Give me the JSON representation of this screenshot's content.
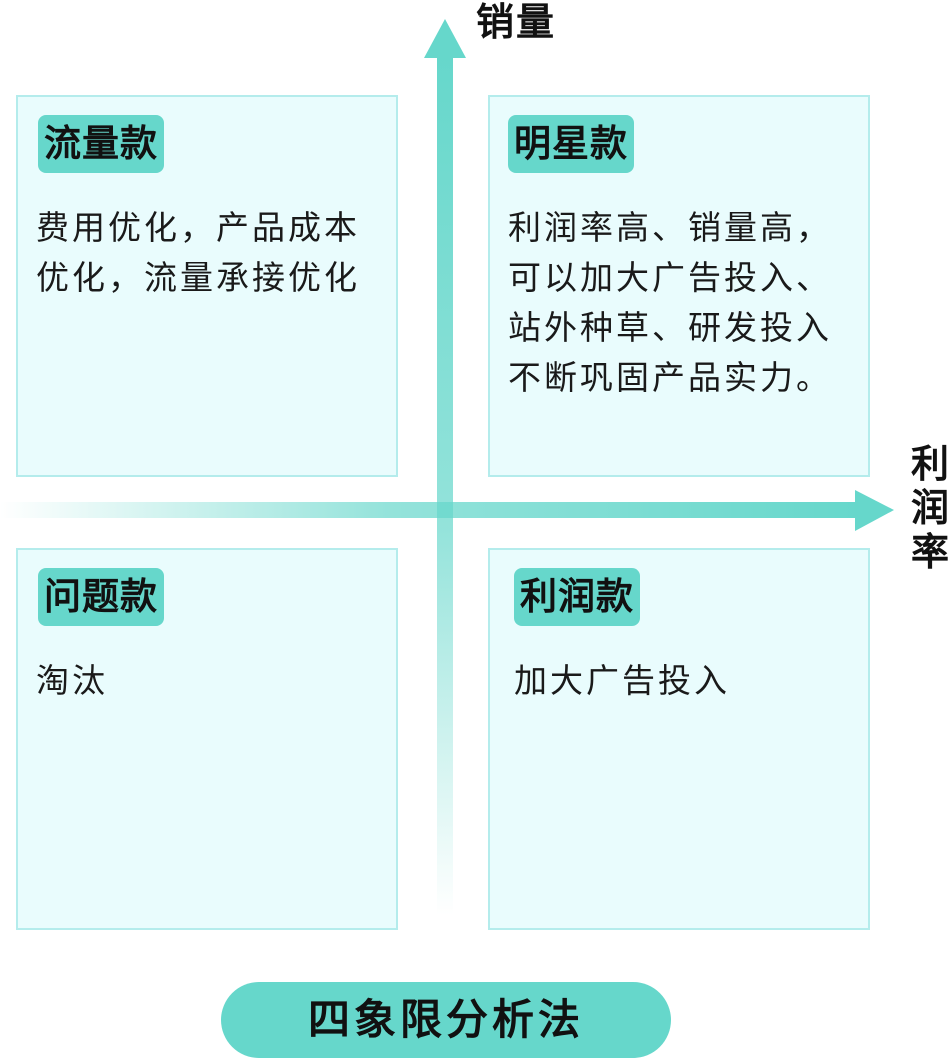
{
  "colors": {
    "accent": "#66d7cb",
    "quadrant_fill": "#e9fcfd",
    "quadrant_border": "#b4ecec"
  },
  "axes": {
    "y_label": "销量",
    "x_label": "利\n润\n率"
  },
  "quadrants": {
    "top_left": {
      "title": "流量款",
      "description": "费用优化，产品成本\n优化，流量承接优化"
    },
    "top_right": {
      "title": "明星款",
      "description": "利润率高、销量高，\n可以加大广告投入、\n站外种草、研发投入\n不断巩固产品实力。"
    },
    "bottom_left": {
      "title": "问题款",
      "description": "淘汰"
    },
    "bottom_right": {
      "title": "利润款",
      "description": "加大广告投入"
    }
  },
  "footer": {
    "title": "四象限分析法"
  }
}
